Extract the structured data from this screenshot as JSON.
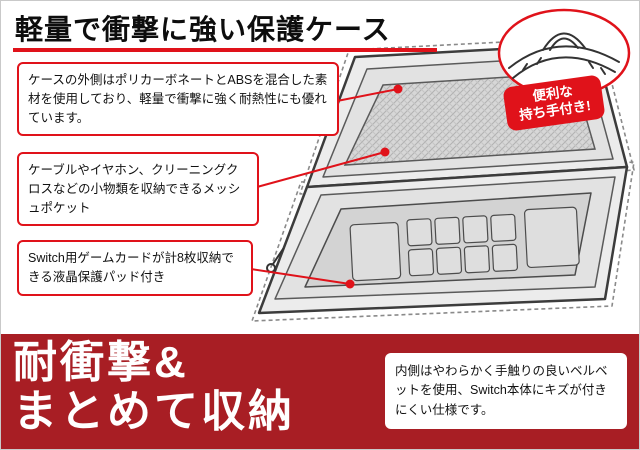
{
  "colors": {
    "accent_red": "#e0121a",
    "banner_red": "#a81e24"
  },
  "header": {
    "title": "軽量で衝撃に強い保護ケース"
  },
  "callouts": [
    {
      "text": "ケースの外側はポリカーボネートとABSを混合した素材を使用しており、軽量で衝撃に強く耐熱性にも優れています。"
    },
    {
      "text": "ケーブルやイヤホン、クリーニングクロスなどの小物類を収納できるメッシュポケット"
    },
    {
      "text": "Switch用ゲームカードが計8枚収納できる液晶保護パッド付き"
    }
  ],
  "handle": {
    "label": "便利な\n持ち手付き!"
  },
  "banner": {
    "headline_line1": "耐衝撃&",
    "headline_line2": "まとめて収納",
    "note": "内側はやわらかく手触りの良いベルベットを使用、Switch本体にキズが付きにくい仕様です。"
  }
}
